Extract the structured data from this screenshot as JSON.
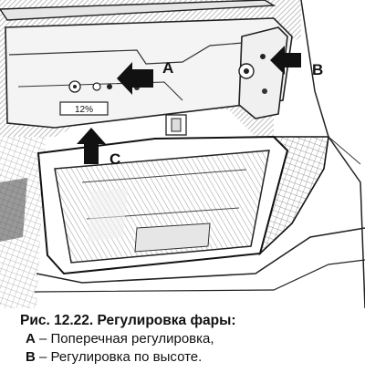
{
  "figure": {
    "plate_text": "12%",
    "labels": {
      "a": "A",
      "b": "B",
      "c": "C"
    }
  },
  "caption": {
    "title": "Рис. 12.22. Регулировка фары:",
    "items": [
      {
        "key": "A",
        "text": " – Поперечная регулировка,"
      },
      {
        "key": "B",
        "text": " – Регулировка по высоте."
      }
    ]
  }
}
